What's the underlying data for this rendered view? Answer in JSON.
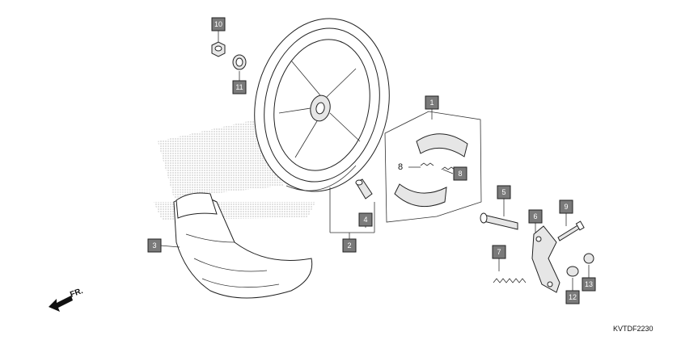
{
  "callouts": [
    {
      "label": "10"
    },
    {
      "label": "11"
    },
    {
      "label": "1"
    },
    {
      "label": "8"
    },
    {
      "label": "5"
    },
    {
      "label": "9"
    },
    {
      "label": "4"
    },
    {
      "label": "6"
    },
    {
      "label": "2"
    },
    {
      "label": "3"
    },
    {
      "label": "7"
    },
    {
      "label": "12"
    },
    {
      "label": "13"
    }
  ],
  "plain_label": "8",
  "direction_label": "FR.",
  "diagram_code": "KVTDF2230"
}
